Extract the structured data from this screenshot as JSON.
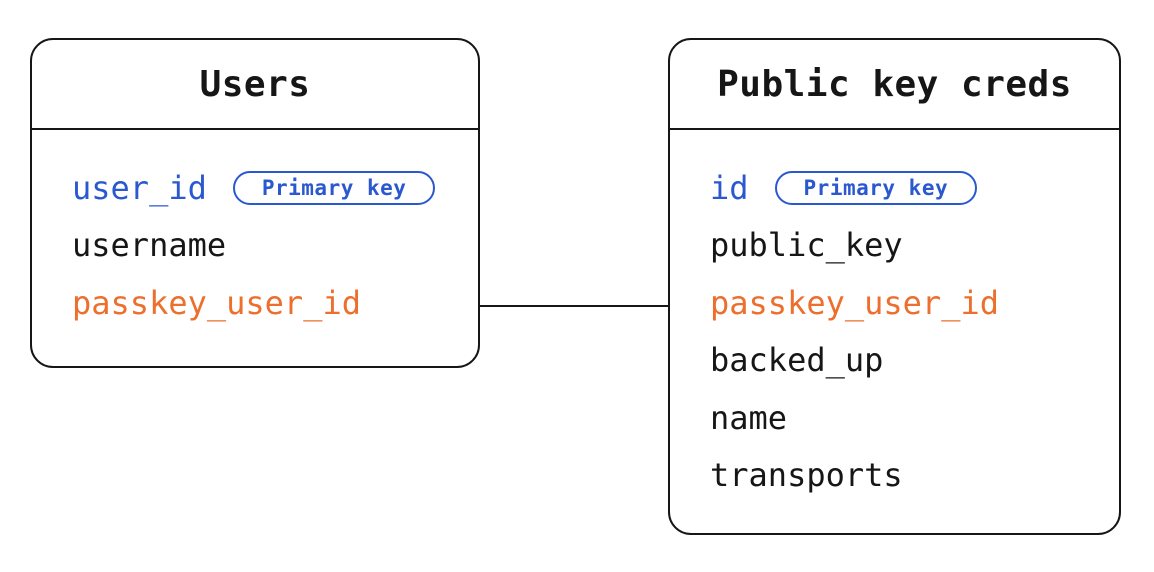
{
  "diagram": {
    "type": "entity-relationship",
    "background": "#ffffff"
  },
  "colors": {
    "ink": "#161616",
    "primary_key_blue": "#2a58cf",
    "foreign_key_orange": "#ec6f2d"
  },
  "tables": [
    {
      "title": "Users",
      "fields": [
        {
          "name": "user_id",
          "color": "blue",
          "badge": "Primary key"
        },
        {
          "name": "username",
          "color": "default"
        },
        {
          "name": "passkey_user_id",
          "color": "orange"
        }
      ]
    },
    {
      "title": "Public key creds",
      "fields": [
        {
          "name": "id",
          "color": "blue",
          "badge": "Primary key"
        },
        {
          "name": "public_key",
          "color": "default"
        },
        {
          "name": "passkey_user_id",
          "color": "orange"
        },
        {
          "name": "backed_up",
          "color": "default"
        },
        {
          "name": "name",
          "color": "default"
        },
        {
          "name": "transports",
          "color": "default"
        }
      ]
    }
  ],
  "connections": [
    {
      "from_table": "Users",
      "from_field": "passkey_user_id",
      "to_table": "Public key creds",
      "to_field": "passkey_user_id"
    }
  ]
}
